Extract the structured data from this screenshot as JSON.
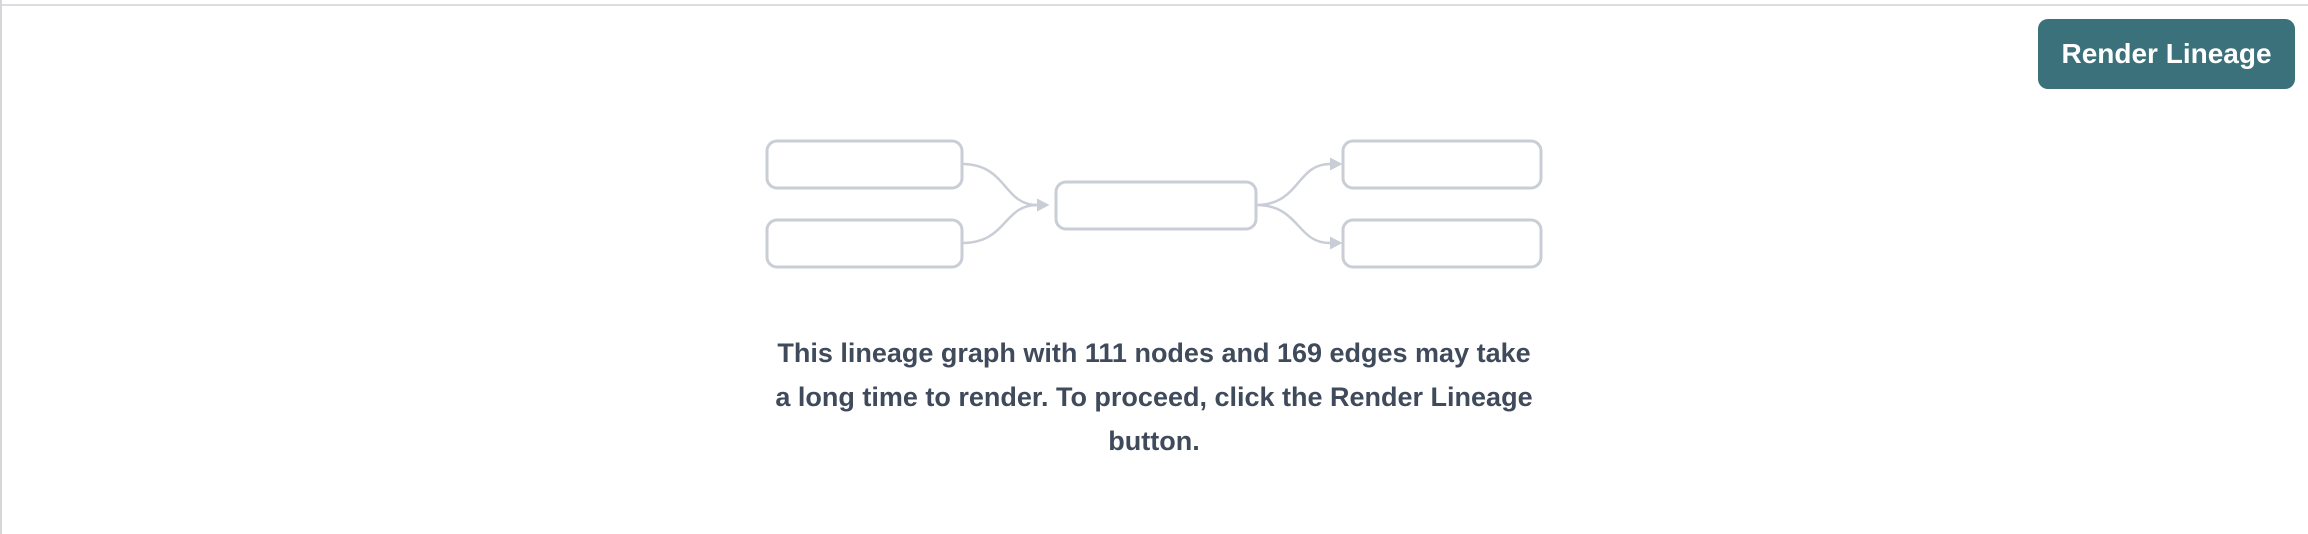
{
  "toolbar": {
    "render_button_label": "Render Lineage"
  },
  "notice": {
    "full_text": "This lineage graph with 111 nodes and 169 edges may take a long time to render. To proceed, click the Render Lineage button.",
    "lines": [
      "This lineage graph with 111 nodes and 169 edges may take",
      "a long time to render. To proceed, click the Render Lineage",
      "button."
    ],
    "node_count": "111",
    "edge_count": "169"
  },
  "icons": {
    "placeholder_graphic": "lineage-graph-placeholder-icon"
  },
  "colors": {
    "accent_teal": "#3A717A",
    "button_text": "#FFFFFF",
    "placeholder_gray": "#C9CED6",
    "message_text": "#3F4A5B",
    "divider_gray": "#D6D6DA",
    "background": "#FFFFFF"
  }
}
